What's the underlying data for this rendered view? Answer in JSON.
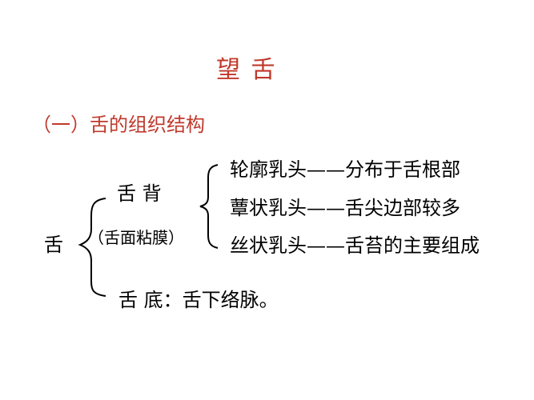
{
  "title": "望  舌",
  "section_heading": "（一）舌的组织结构",
  "tree": {
    "root": "舌",
    "back": {
      "label": "舌 背",
      "sub_label": "（舌面粘膜）",
      "papillae": [
        {
          "name": "轮廓乳头",
          "desc": "分布于舌根部"
        },
        {
          "name": "蕈状乳头",
          "desc": "舌尖边部较多"
        },
        {
          "name": "丝状乳头",
          "desc": "舌苔的主要组成"
        }
      ]
    },
    "bottom": "舌  底：舌下络脉。"
  },
  "colors": {
    "accent": "#c0392b",
    "text": "#000000",
    "background": "#ffffff"
  }
}
